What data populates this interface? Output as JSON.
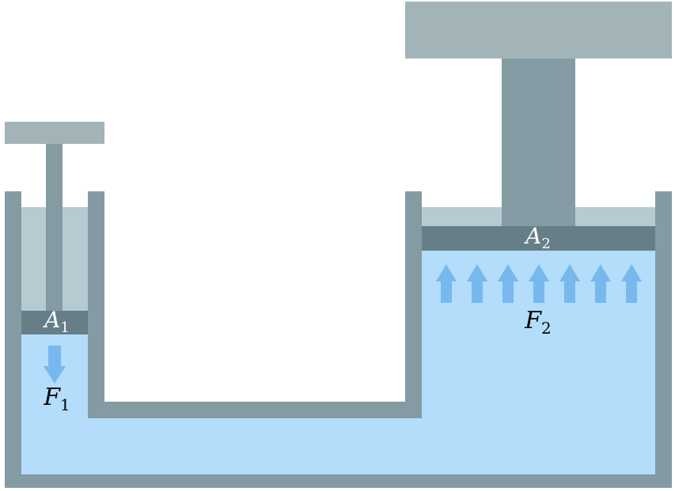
{
  "labels": {
    "area_small": {
      "main": "A",
      "sub": "1"
    },
    "area_large": {
      "main": "A",
      "sub": "2"
    },
    "force_small": {
      "main": "F",
      "sub": "1"
    },
    "force_large": {
      "main": "F",
      "sub": "2"
    }
  },
  "colors": {
    "wall": "#849ba3",
    "fluid": "#b3ddfb",
    "air": "#b6cbd1",
    "piston": "#657e88",
    "handle": "#a3b4b9",
    "arrow": "#77b8ef",
    "label_light": "#ffffff",
    "label_dark": "#000000"
  },
  "arrow_counts": {
    "small_piston": 1,
    "large_piston": 7
  }
}
